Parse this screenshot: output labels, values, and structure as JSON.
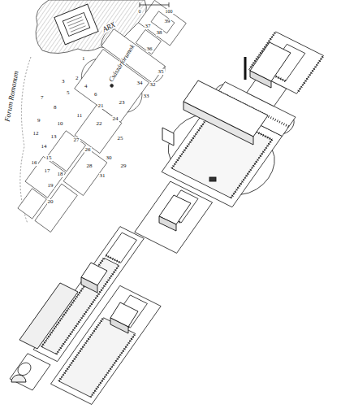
{
  "diagram": {
    "labels": [
      "ARX",
      "Forum Romanum",
      "Császárfórumok",
      "0",
      "100",
      "1",
      "2",
      "3",
      "4",
      "5",
      "6",
      "7",
      "8",
      "9",
      "10",
      "11",
      "12",
      "13",
      "14",
      "15",
      "16",
      "17",
      "18",
      "19",
      "20",
      "21",
      "22",
      "23",
      "24",
      "25",
      "26",
      "27",
      "28",
      "29",
      "30",
      "31",
      "32",
      "33",
      "34",
      "35",
      "36",
      "37",
      "38",
      "39"
    ]
  }
}
